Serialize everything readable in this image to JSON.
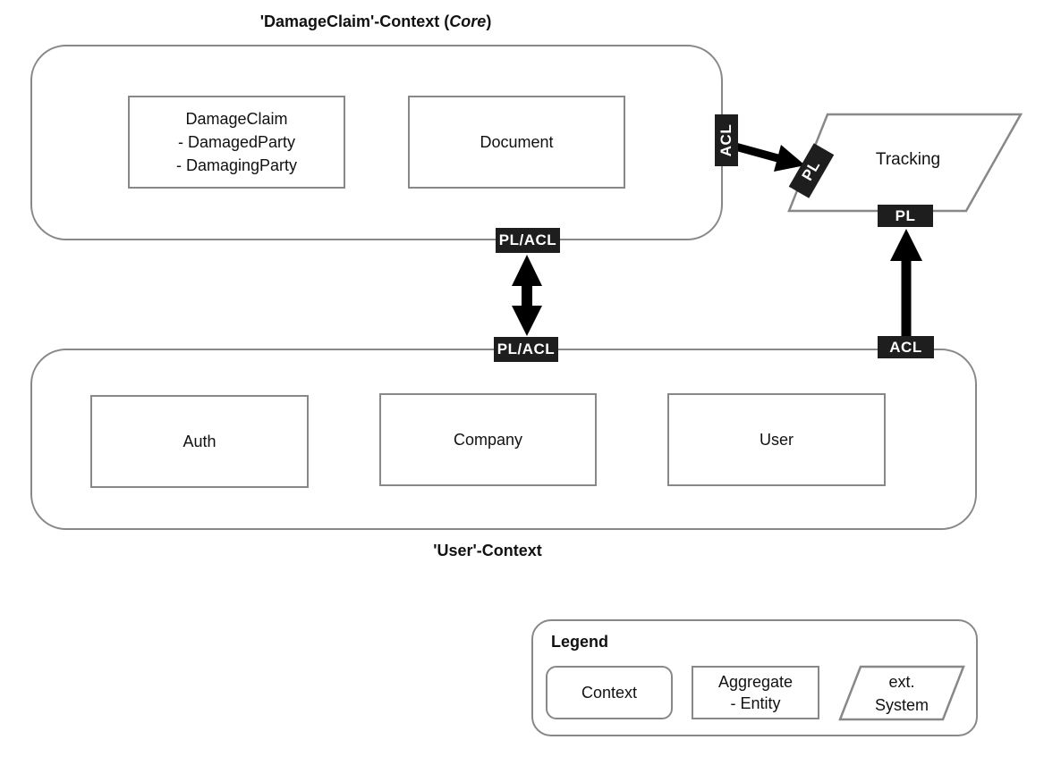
{
  "damage_context": {
    "title_prefix": "'DamageClaim'-Context (",
    "title_core": "Core",
    "title_suffix": ")",
    "aggregates": [
      {
        "name": "DamageClaim",
        "entities": [
          "- DamagedParty",
          "- DamagingParty"
        ]
      },
      {
        "name": "Document"
      }
    ],
    "tag_bottom": "PL/ACL",
    "tag_right": "ACL"
  },
  "user_context": {
    "title": "'User'-Context",
    "aggregates": [
      {
        "name": "Auth"
      },
      {
        "name": "Company"
      },
      {
        "name": "User"
      }
    ],
    "tag_top": "PL/ACL",
    "tag_right": "ACL"
  },
  "tracking": {
    "name": "Tracking",
    "tag_left": "PL",
    "tag_bottom": "PL"
  },
  "legend": {
    "title": "Legend",
    "context_label": "Context",
    "aggregate_label": "Aggregate",
    "entity_label": "- Entity",
    "ext_label_1": "ext.",
    "ext_label_2": "System"
  },
  "colors": {
    "border": "#888888",
    "tag_bg": "#1e1e1e",
    "arrow": "#000000"
  }
}
